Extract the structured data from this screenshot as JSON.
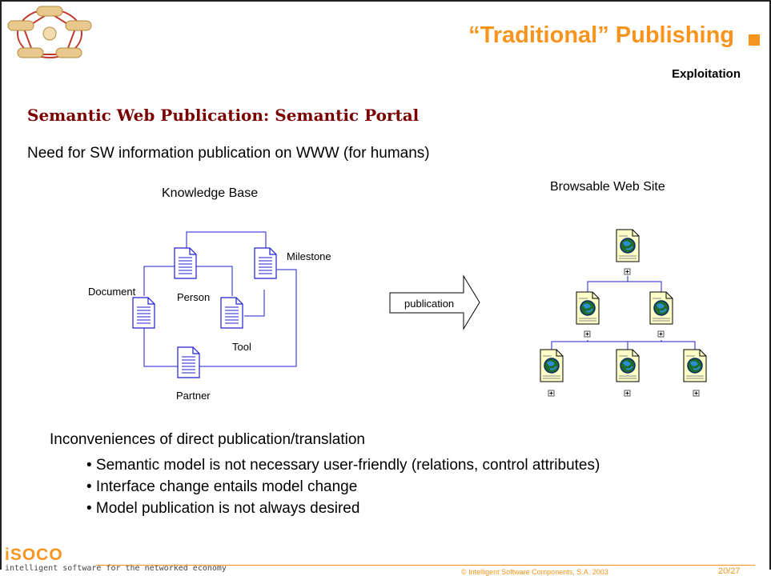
{
  "header": {
    "title": "“Traditional” Publishing",
    "subtitle": "Exploitation",
    "logo_icon": "pentagon-network-logo"
  },
  "content": {
    "heading": "Semantic Web Publication: Semantic Portal",
    "intro": "Need for SW information publication on WWW (for humans)"
  },
  "diagram": {
    "kb_title": "Knowledge Base",
    "site_title": "Browsable Web Site",
    "nodes": {
      "document": "Document",
      "person": "Person",
      "milestone": "Milestone",
      "tool": "Tool",
      "partner": "Partner"
    },
    "arrow_label": "publication",
    "expand_glyph": "+"
  },
  "inconveniences": {
    "title": "Inconveniences of direct publication/translation",
    "items": [
      "• Semantic model is not necessary user-friendly (relations, control attributes)",
      "• Interface change entails model change",
      "• Model publication is not always desired"
    ]
  },
  "footer": {
    "brand": "iSOCO",
    "tagline": "intelligent software for the networked economy",
    "copyright": "© Intelligent Software Components, S.A. 2003",
    "page": "20/27"
  },
  "colors": {
    "accent": "#f7941d",
    "heading": "#7a0000",
    "diagram_lines": "#1f1fcf",
    "web_page": "#ffffc8"
  }
}
